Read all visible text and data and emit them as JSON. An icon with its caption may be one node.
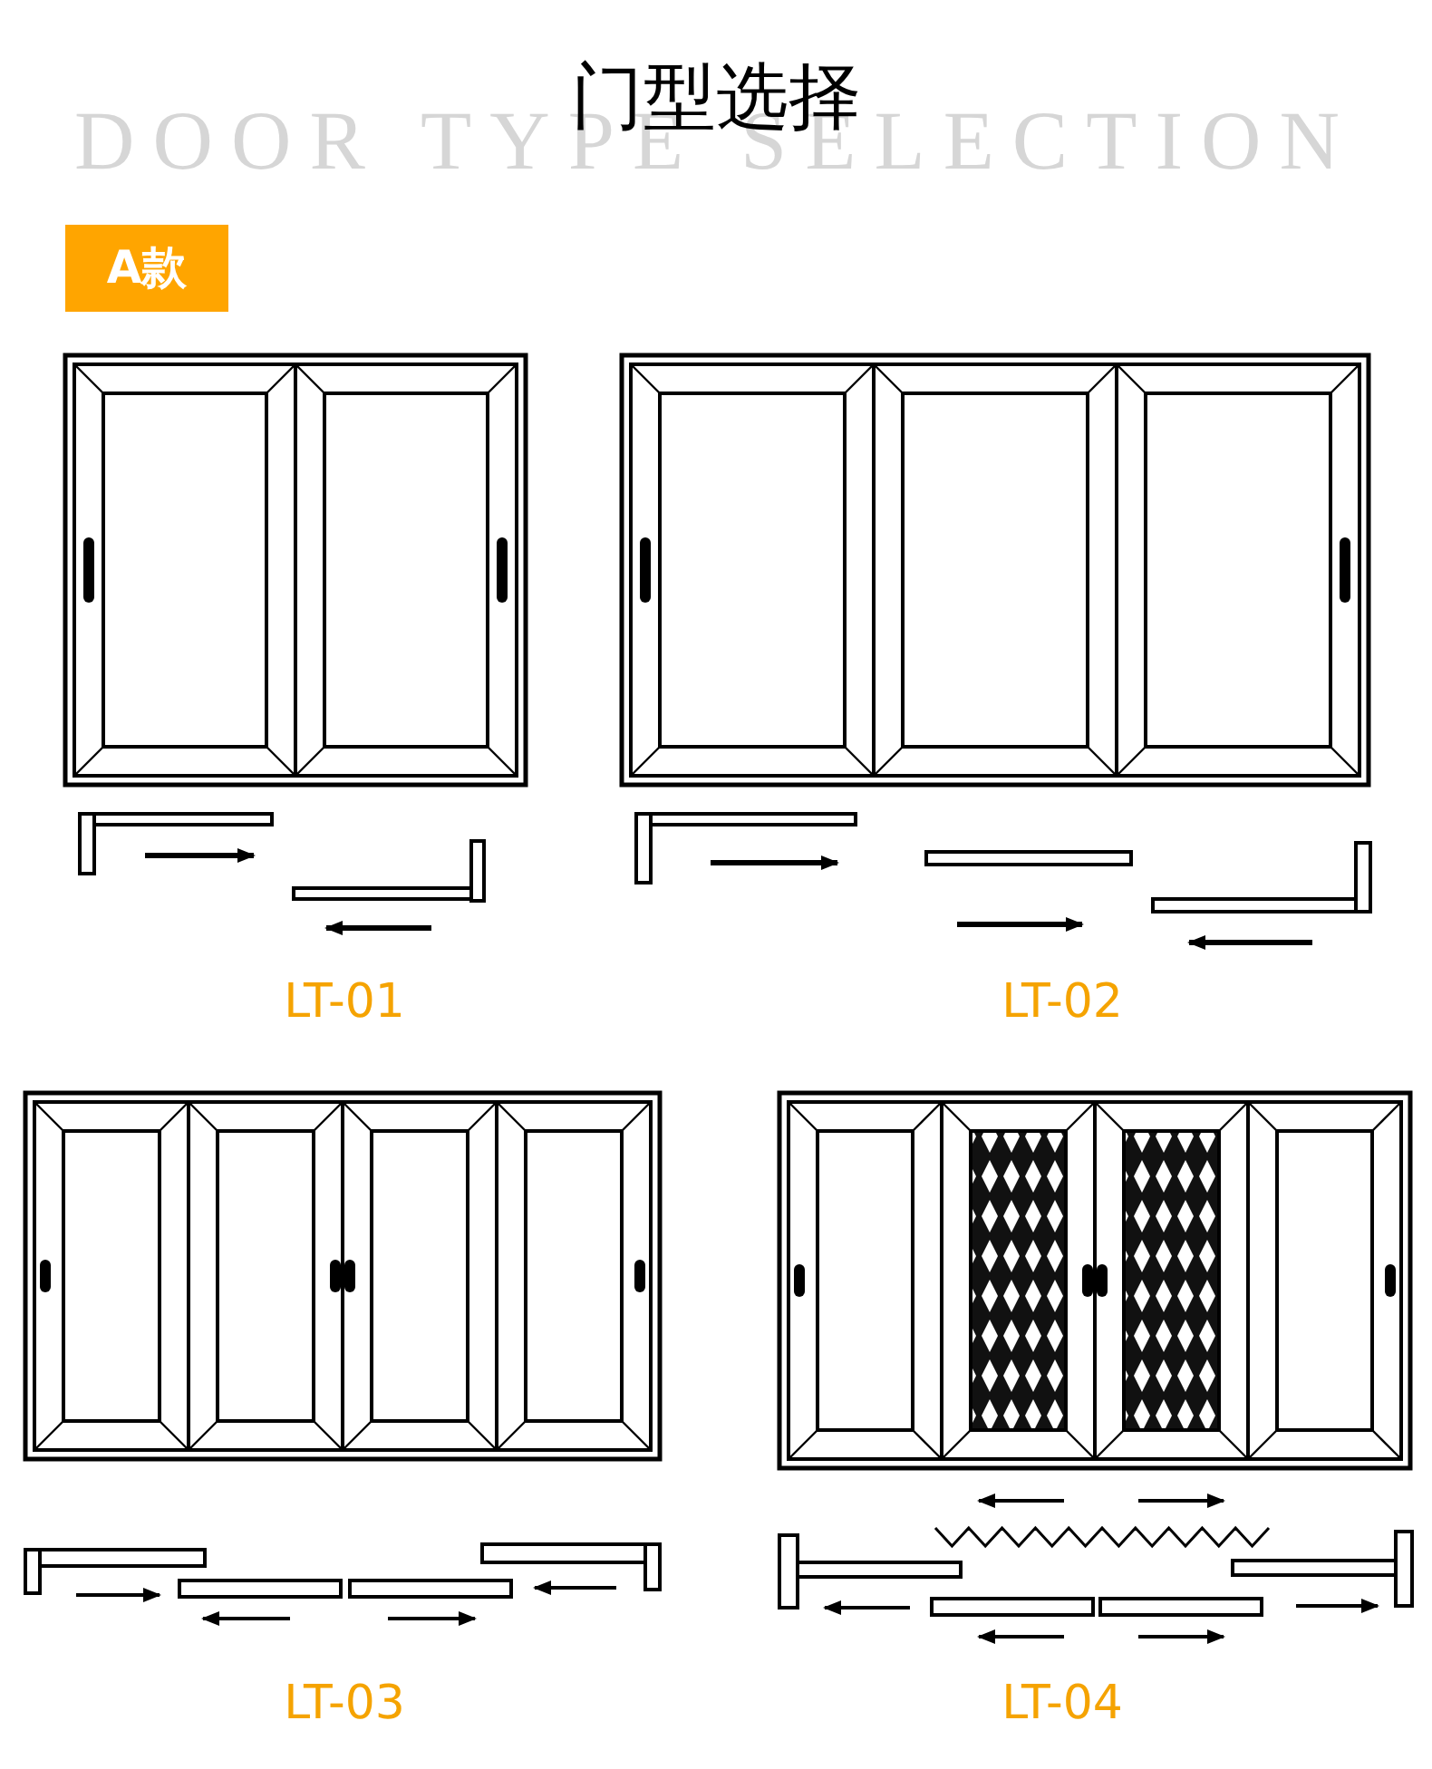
{
  "diagram": {
    "title": "门型选择",
    "nodes": [
      {
        "text": [
          "A款"
        ]
      }
    ],
    "labels": [
      "DOOR TYPE SELECTION",
      "LT-01",
      "LT-02",
      "LT-03",
      "LT-04"
    ]
  }
}
